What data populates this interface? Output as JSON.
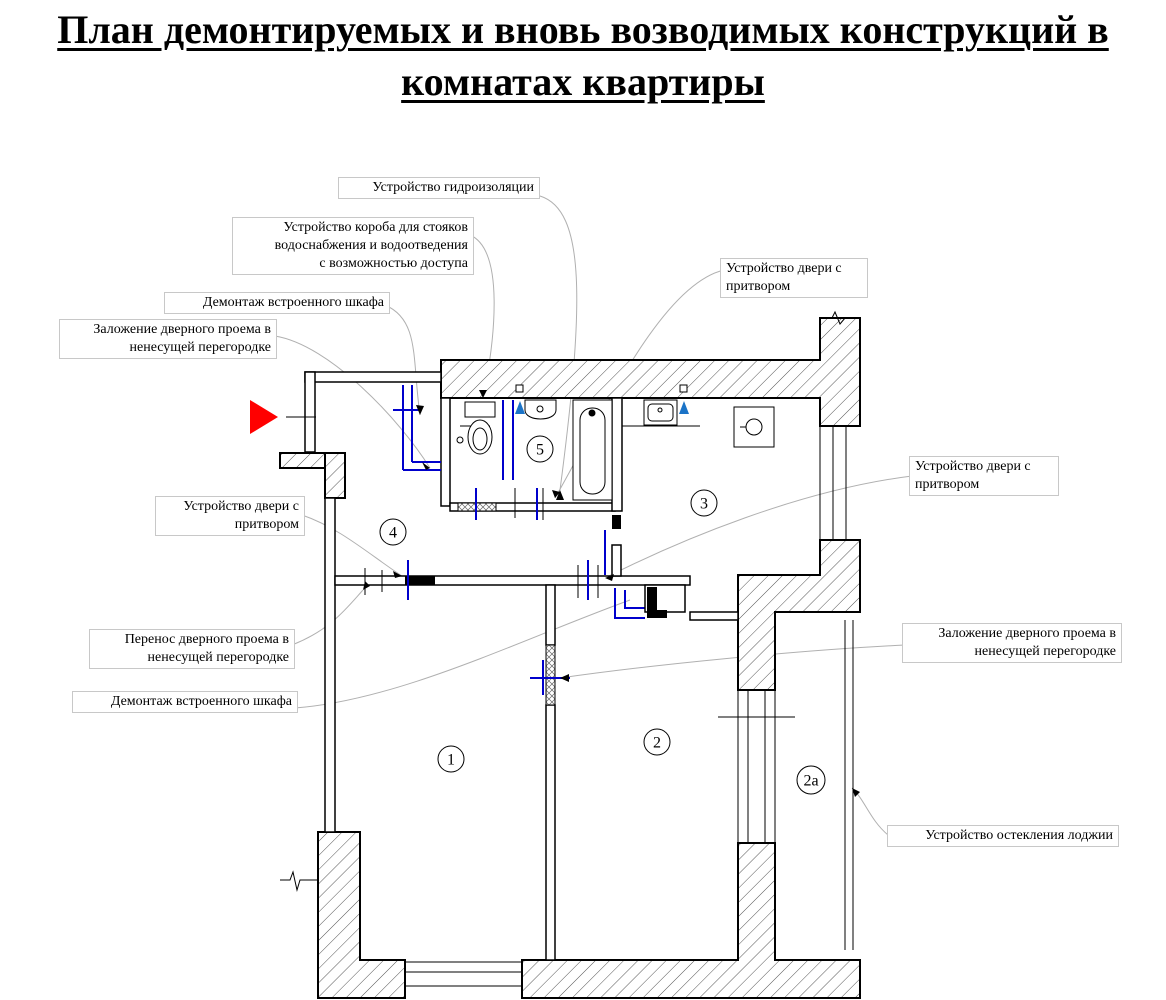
{
  "title": {
    "line1": "План демонтируемых и вновь возводимых конструкций в",
    "line2": "комнатах квартиры"
  },
  "rooms": [
    "1",
    "2",
    "2а",
    "3",
    "4",
    "5"
  ],
  "annotations": {
    "waterproofing": [
      "Устройство гидроизоляции"
    ],
    "riser_box": [
      "Устройство короба для стояков",
      "водоснабжения и водоотведения",
      "с возможностью доступа"
    ],
    "door_rebate_top": [
      "Устройство двери с",
      "притвором"
    ],
    "closet_demolition_top": [
      "Демонтаж встроенного шкафа"
    ],
    "doorway_filling_top": [
      "Заложение дверного проема в",
      "ненесущей перегородке"
    ],
    "door_rebate_right": [
      "Устройство двери с",
      "притвором"
    ],
    "door_rebate_left": [
      "Устройство двери с",
      "притвором"
    ],
    "doorway_transfer": [
      "Перенос дверного проема в",
      "ненесущей перегородке"
    ],
    "closet_demolition_bottom": [
      "Демонтаж встроенного шкафа"
    ],
    "doorway_filling_right": [
      "Заложение дверного проема в",
      "ненесущей перегородке"
    ],
    "loggia_glazing": [
      "Устройство остекления лоджии"
    ]
  },
  "colors": {
    "new_construction": "#0000cc",
    "entrance_marker": "#ff0000",
    "water_outlet": "#1a73c7",
    "wall_outline": "#000000",
    "leader_line": "#b0b0b0"
  },
  "icons": [
    "entrance-arrow-icon",
    "toilet-icon",
    "sink-icon",
    "bathtub-icon",
    "water-outlet-icon",
    "stove-icon"
  ]
}
